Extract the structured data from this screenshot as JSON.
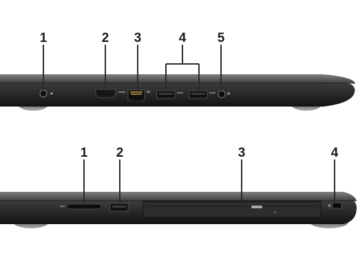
{
  "top_view": {
    "callouts": [
      {
        "id": "1",
        "label": "1"
      },
      {
        "id": "2",
        "label": "2"
      },
      {
        "id": "3",
        "label": "3"
      },
      {
        "id": "4",
        "label": "4"
      },
      {
        "id": "5",
        "label": "5"
      }
    ],
    "ports": [
      "power-adapter-port",
      "hdmi-port",
      "network-port",
      "usb-port",
      "usb-port",
      "headset-port"
    ]
  },
  "bottom_view": {
    "callouts": [
      {
        "id": "1",
        "label": "1"
      },
      {
        "id": "2",
        "label": "2"
      },
      {
        "id": "3",
        "label": "3"
      },
      {
        "id": "4",
        "label": "4"
      }
    ],
    "ports": [
      "sd-card-slot",
      "usb-port",
      "optical-drive",
      "security-cable-slot"
    ]
  },
  "colors": {
    "chassis_dark": "#2b2b2d",
    "chassis_mid": "#4a4a4c",
    "chassis_light": "#6d6d70",
    "port_fill": "#1a1a1a",
    "accent_gold": "#c8a24a"
  }
}
